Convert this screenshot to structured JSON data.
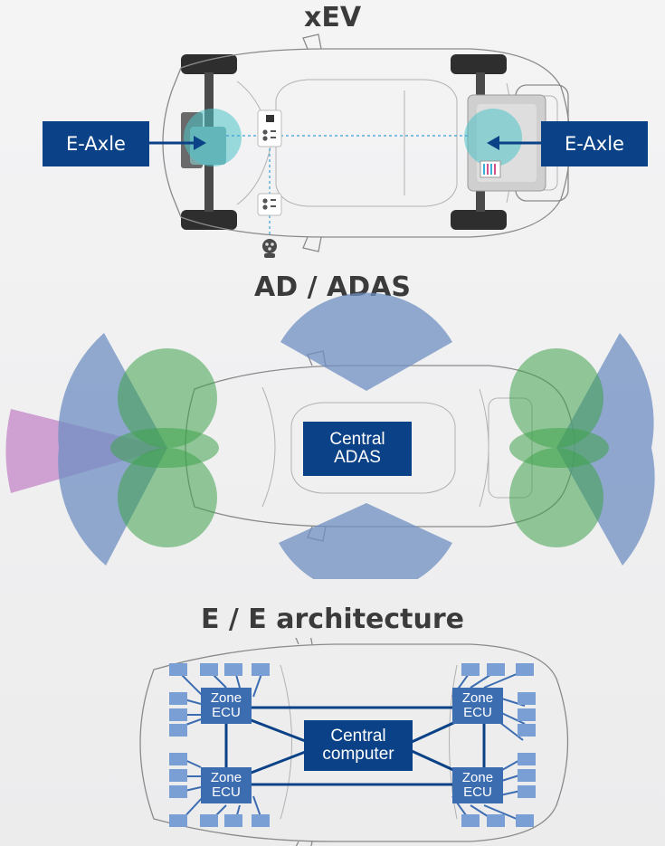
{
  "sections": {
    "xev": {
      "title": "xEV",
      "left_callout": "E-Axle",
      "right_callout": "E-Axle"
    },
    "adas": {
      "title": "AD / ADAS",
      "central_line1": "Central",
      "central_line2": "ADAS"
    },
    "ee": {
      "title": "E / E architecture",
      "zone_line1": "Zone",
      "zone_line2": "ECU",
      "central_line1": "Central",
      "central_line2": "computer"
    }
  },
  "colors": {
    "navy": "#0b4287",
    "zone_blue": "#3d6db1",
    "node_blue": "#7a9fd4",
    "radar_blue": "#6f8fc2",
    "radar_green": "#3fa34d",
    "lidar_purple": "#c78ccb",
    "motor_teal": "#4cc3c9"
  }
}
